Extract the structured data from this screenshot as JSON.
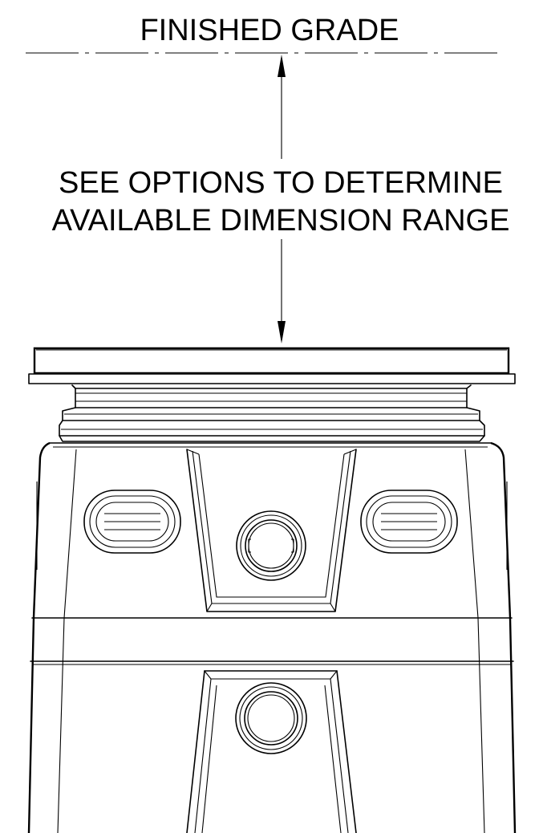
{
  "labels": {
    "finished_grade": "FINISHED GRADE",
    "dimension_line1": "SEE OPTIONS TO DETERMINE",
    "dimension_line2": "AVAILABLE DIMENSION RANGE"
  },
  "colors": {
    "line": "#000000",
    "background": "#ffffff"
  }
}
